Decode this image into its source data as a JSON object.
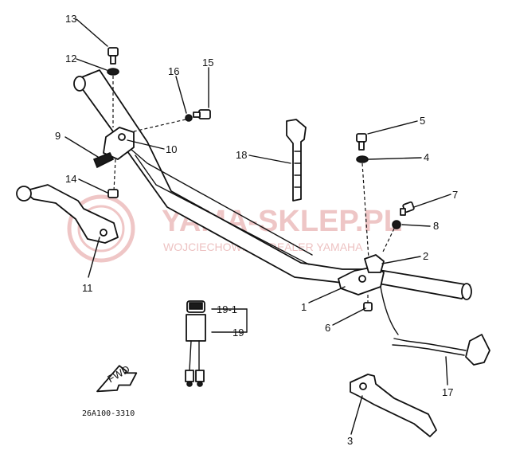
{
  "watermark": {
    "title": "YAMA-SKLEP.PL",
    "subtitle": "WOJCIECHOWICZ | DEALER YAMAHA"
  },
  "arrow_label": "FWD",
  "diagram_code": "26A100-3310",
  "callouts": {
    "1": "1",
    "2": "2",
    "3": "3",
    "4": "4",
    "5": "5",
    "6": "6",
    "7": "7",
    "8": "8",
    "9": "9",
    "10": "10",
    "11": "11",
    "12": "12",
    "13": "13",
    "14": "14",
    "15": "15",
    "16": "16",
    "17": "17",
    "18": "18",
    "19": "19",
    "19_1": "19-1"
  }
}
